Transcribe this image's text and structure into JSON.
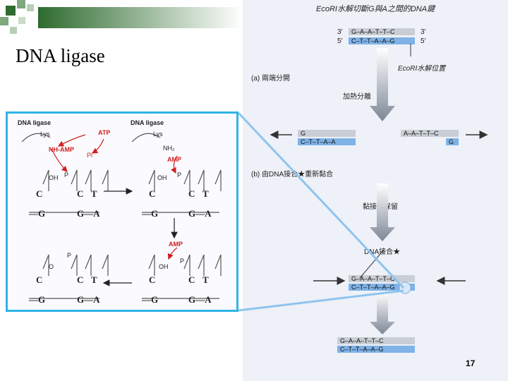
{
  "slide": {
    "title": "DNA ligase",
    "page_number": "17"
  },
  "right_figure": {
    "heading": "EcoRI水解切斷G與A之間的DNA鍵",
    "strand_top_label_left": "3′",
    "strand_top_label_right": "3′",
    "strand_bottom_label_left": "5′",
    "strand_bottom_label_right": "5′",
    "seq_top": "G–A–A–T–T–C",
    "seq_bottom": "C–T–T–A–A–G",
    "cut_site_label": "EcoRI水解位置",
    "step_a": "(a) 兩端分開",
    "heat_label": "加熱分離",
    "frag_left_top": "G",
    "frag_left_bottom": "C–T–T–A–A",
    "frag_right_top": "A–A–T–T–C",
    "frag_right_bottom": "G",
    "step_b": "(b) 由DNA接合★重新黏合",
    "sticky_label": "黏接端保留",
    "ligase_label": "DNA接合★",
    "joined_top": "G–A–A–T–T–C",
    "joined_bottom": "C–T–T–A–A–G",
    "final_top": "G–A–A–T–T–C",
    "final_bottom": "C–T–T–A–A–G"
  },
  "inset_figure": {
    "ligase_left": "DNA ligase",
    "lys_left": "Lys",
    "atp": "ATP",
    "nh_amp": "NH-AMP",
    "pi": "Pi",
    "ligase_right": "DNA ligase",
    "lys_right": "Lys",
    "nh2": "NH₂",
    "amp_top": "AMP",
    "amp_mid": "AMP",
    "p_letter": "P",
    "o_letter": "O",
    "oh": "OH",
    "base_c": "C",
    "base_t": "T",
    "base_g": "G",
    "base_a": "A",
    "pair_g": "—G",
    "pair_ga": "G—A"
  },
  "colors": {
    "accent_blue": "#2fb4e6",
    "strand_blue": "#7fb2e6",
    "strand_grey": "#c9cdd4",
    "arrow_red": "#d02020",
    "deco_green": "#3a7a3a"
  }
}
